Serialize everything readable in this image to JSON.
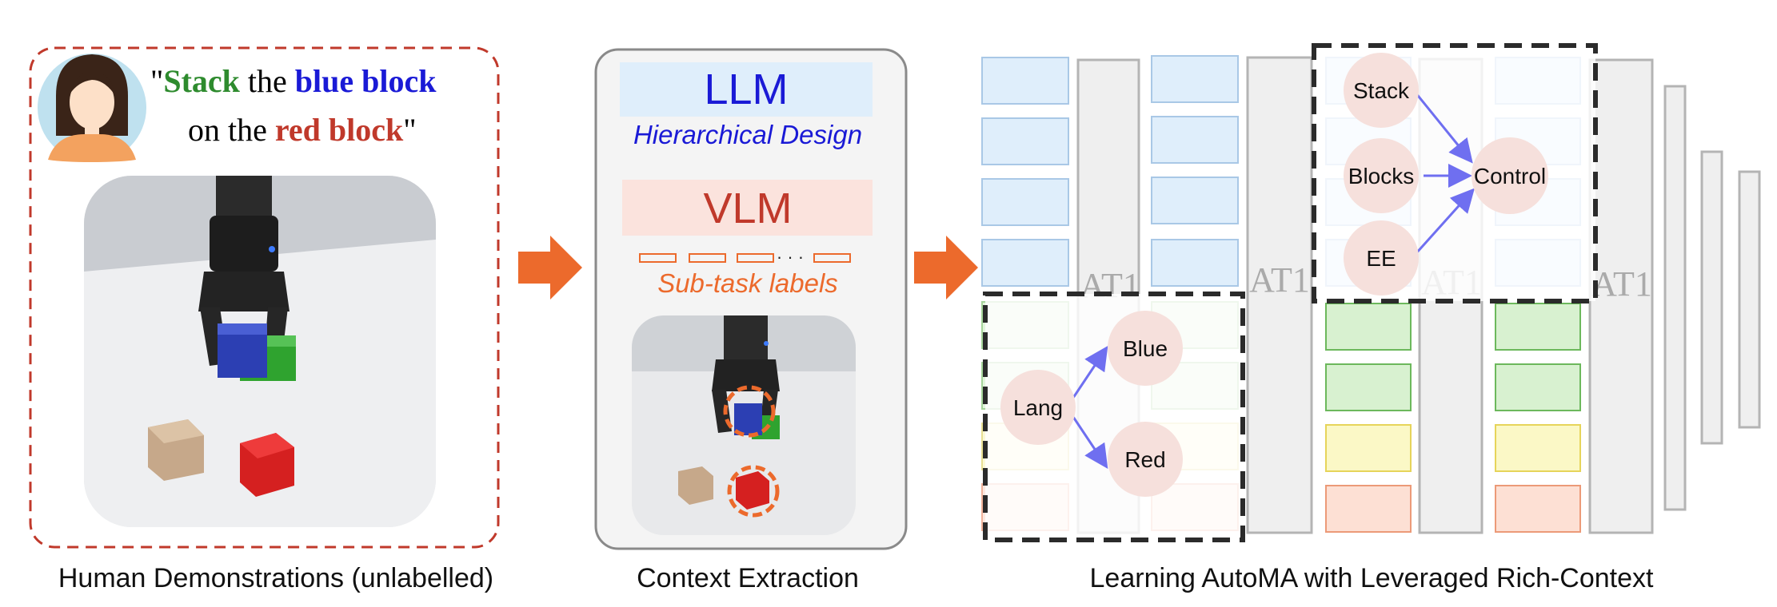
{
  "panel1": {
    "quote_open": "\"",
    "word_stack": "Stack",
    "word_the": " the ",
    "word_blue_block": "blue block",
    "word_on_the": "on the ",
    "word_red_block": "red block",
    "quote_close": "\"",
    "caption": "Human Demonstrations (unlabelled)"
  },
  "panel2": {
    "llm_label": "LLM",
    "llm_sub": "Hierarchical Design",
    "vlm_label": "VLM",
    "ellipsis": "· · ·",
    "vlm_sub": "Sub-task labels",
    "caption": "Context Extraction"
  },
  "panel3": {
    "at_label": "AT1",
    "nodes": {
      "stack": "Stack",
      "blocks": "Blocks",
      "ee": "EE",
      "control": "Control",
      "lang": "Lang",
      "blue": "Blue",
      "red": "Red"
    },
    "caption": "Learning AutoMA with Leveraged Rich-Context"
  },
  "colors": {
    "dashed_red": "#c0392b",
    "arrow_orange": "#ec6a2c",
    "llm_blue": "#1a1ad6",
    "vlm_red": "#c0392b",
    "node_fill": "#f6e0dc",
    "edge_blue": "#6f6ff0",
    "stack_green": "#2e8b2e",
    "tok_blue": "#dfeefb",
    "tok_green": "#e2f5dc",
    "tok_yellow": "#fbf8d6",
    "tok_orange": "#fde8df"
  }
}
